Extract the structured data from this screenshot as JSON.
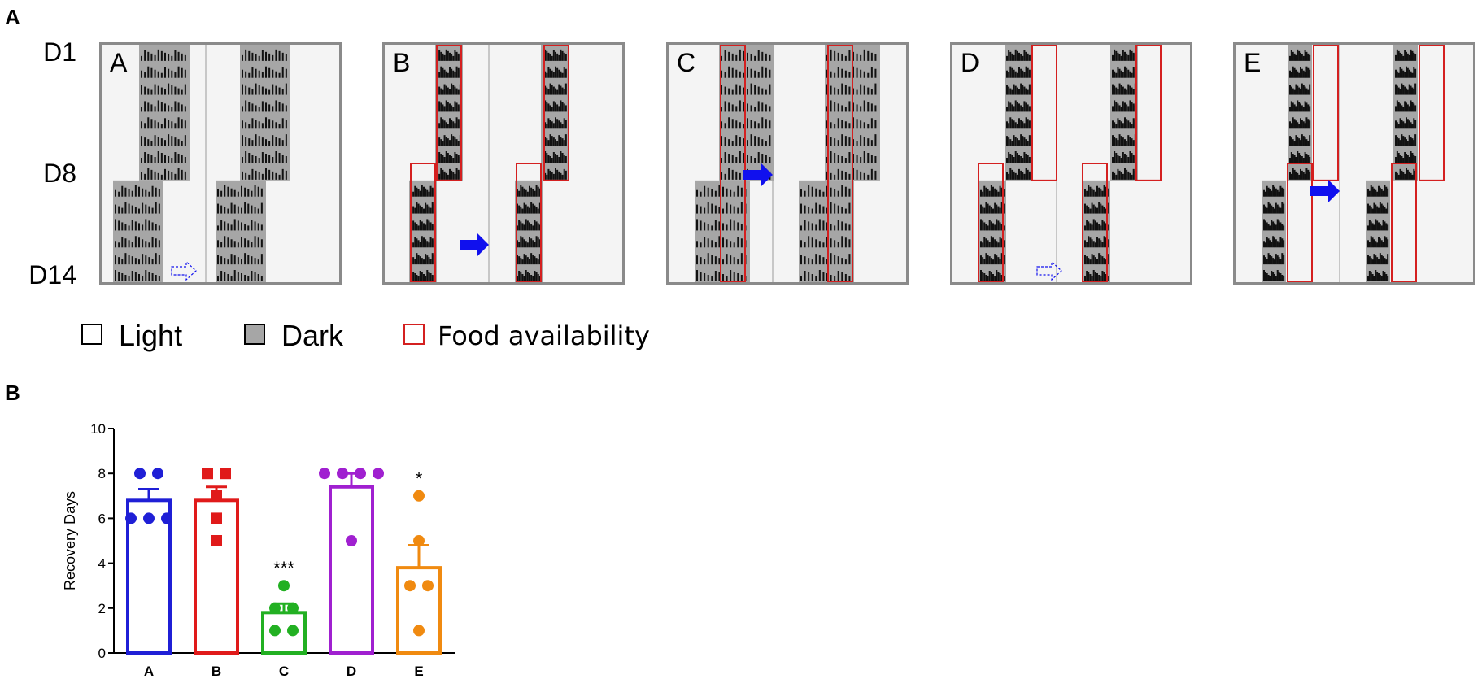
{
  "panels": {
    "a_label": "A",
    "b_label": "B"
  },
  "day_labels": {
    "d1": "D1",
    "d8": "D8",
    "d14": "D14"
  },
  "actograms": [
    {
      "id": "A",
      "label": "A",
      "highlight": true
    },
    {
      "id": "B",
      "label": "B",
      "highlight": false
    },
    {
      "id": "C",
      "label": "C",
      "highlight": false
    },
    {
      "id": "D",
      "label": "D",
      "highlight": false
    },
    {
      "id": "E",
      "label": "E",
      "highlight": false
    }
  ],
  "legend": {
    "light": "Light",
    "dark": "Dark",
    "food": "Food availability"
  },
  "colors": {
    "dark_fill": "#a6a6a6",
    "light_fill": "#f4f4f4",
    "food_border": "#d42020",
    "arrow": "#1010ee",
    "frame": "#8a8a8a"
  },
  "chart_data": {
    "type": "bar",
    "categories": [
      "A",
      "B",
      "C",
      "D",
      "E"
    ],
    "ylabel": "Recovery Days",
    "xlabel": "",
    "ylim": [
      0,
      10
    ],
    "yticks": [
      0,
      2,
      4,
      6,
      8,
      10
    ],
    "means": [
      6.8,
      6.8,
      1.8,
      7.4,
      3.8
    ],
    "sem": [
      0.5,
      0.6,
      0.4,
      0.6,
      1.0
    ],
    "points": [
      [
        8,
        8,
        6,
        6,
        6
      ],
      [
        8,
        8,
        7,
        6,
        5
      ],
      [
        3,
        2,
        2,
        1,
        1
      ],
      [
        8,
        8,
        8,
        8,
        5
      ],
      [
        7,
        5,
        3,
        3,
        1
      ]
    ],
    "markers": [
      "circle",
      "square",
      "circle",
      "circle",
      "circle"
    ],
    "colors": [
      "#1f1fd6",
      "#e01a1a",
      "#22b022",
      "#a020d0",
      "#f08a10"
    ],
    "significance": [
      "",
      "",
      "***",
      "",
      "*"
    ]
  }
}
